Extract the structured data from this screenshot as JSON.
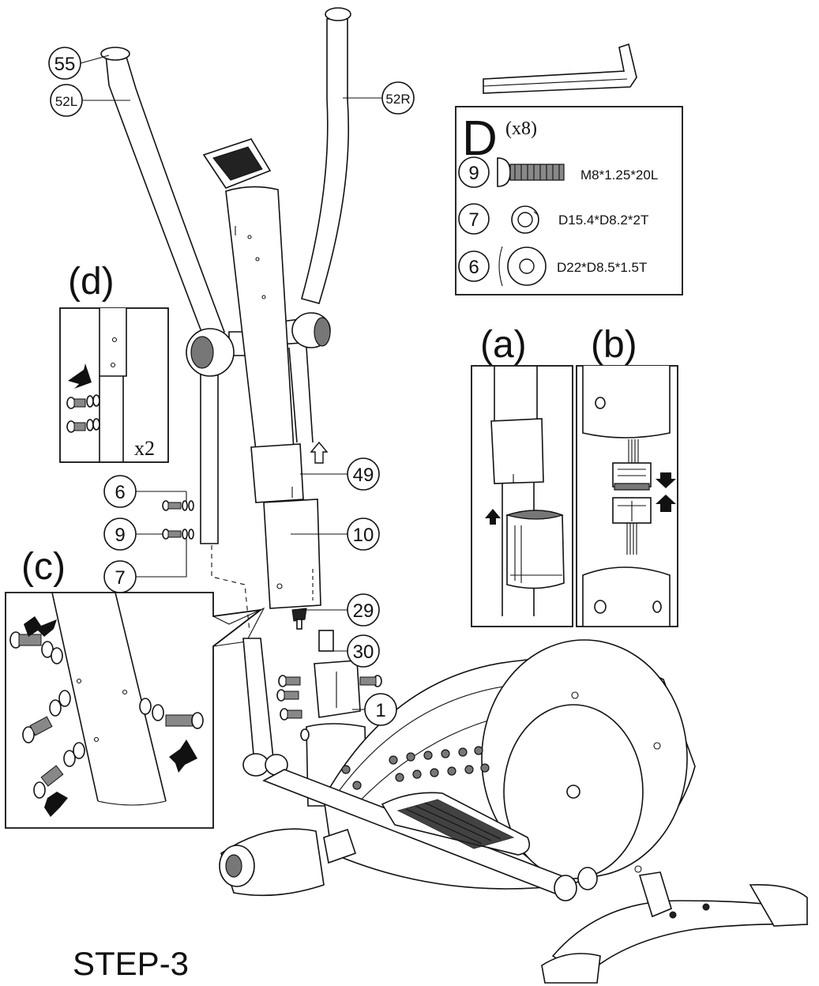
{
  "step_title": "STEP-3",
  "part_labels": {
    "p55": "55",
    "p52l": "52L",
    "p52r": "52R",
    "p49": "49",
    "p10": "10",
    "p29": "29",
    "p30": "30",
    "p1": "1",
    "p6": "6",
    "p9": "9",
    "p7": "7"
  },
  "hardware_box": {
    "letter": "D",
    "quantity": "(x8)",
    "items": [
      {
        "num": "9",
        "spec": "M8*1.25*20L",
        "icon": "bolt-icon"
      },
      {
        "num": "7",
        "spec": "D15.4*D8.2*2T",
        "icon": "split-washer-icon"
      },
      {
        "num": "6",
        "spec": "D22*D8.5*1.5T",
        "icon": "flat-washer-icon"
      }
    ]
  },
  "details": {
    "a": "(a)",
    "b": "(b)",
    "c": "(c)",
    "d": "(d)",
    "d_count": "x2"
  },
  "tool": "allen-key-icon"
}
